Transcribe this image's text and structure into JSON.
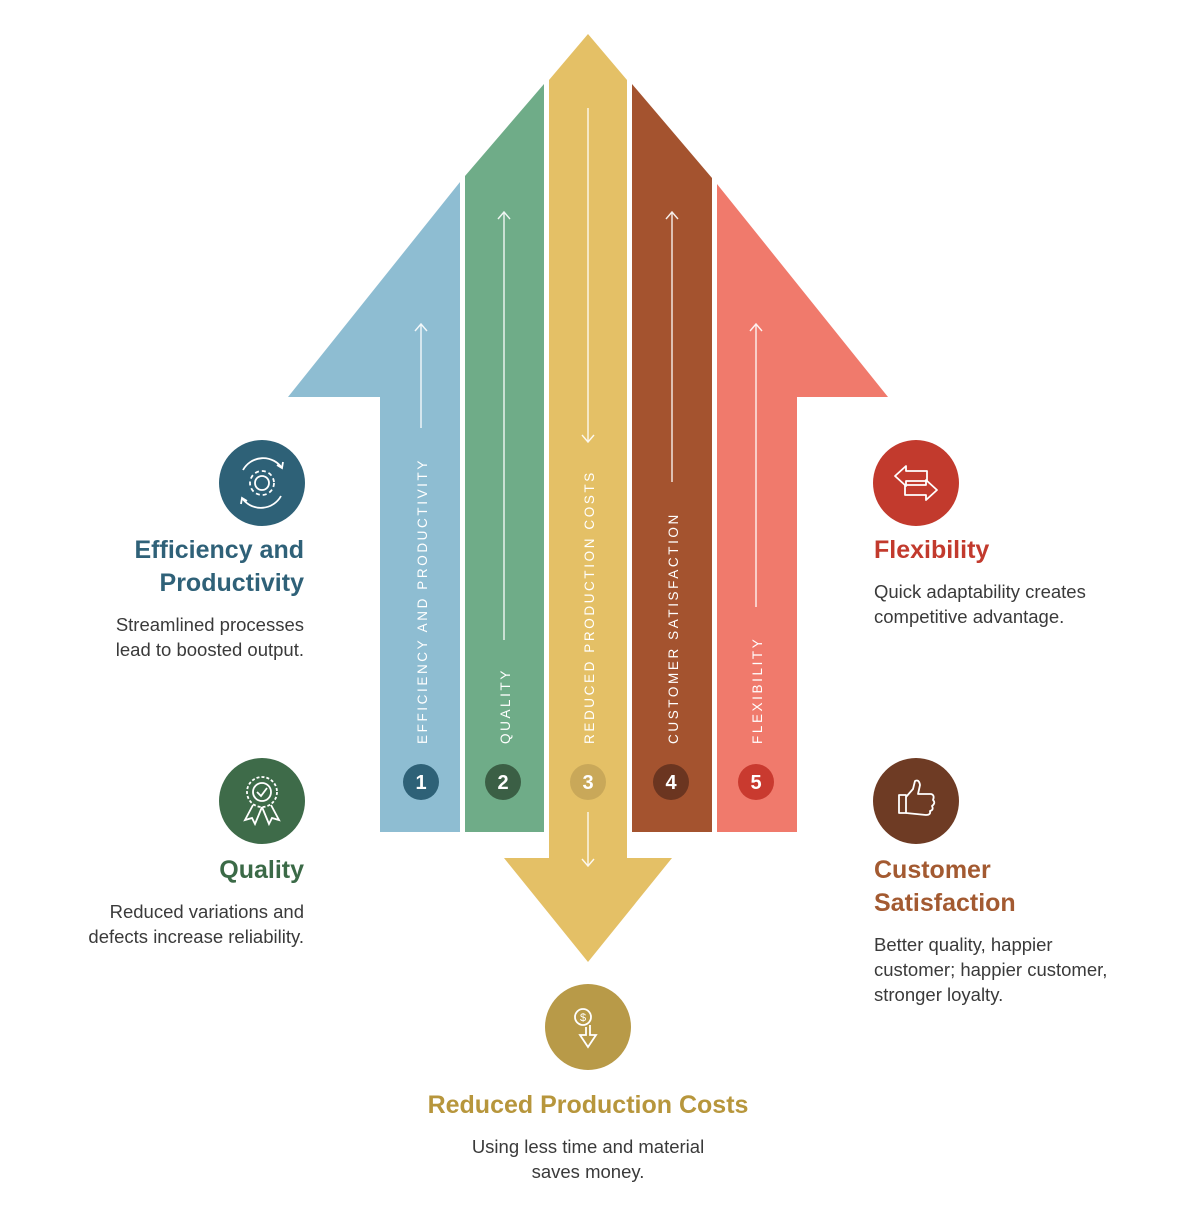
{
  "colors": {
    "efficiency": "#8ebdd2",
    "quality": "#6fac88",
    "costs": "#e4c066",
    "satisfaction": "#a4532f",
    "flexibility": "#f07a6c",
    "efficiency_icon": "#2e6177",
    "quality_icon": "#3e6b49",
    "costs_icon": "#b89a48",
    "satisfaction_icon": "#6e3b24",
    "flexibility_icon": "#c23a2d"
  },
  "arrow": {
    "strips": [
      {
        "label": "EFFICIENCY AND PRODUCTIVITY",
        "number": "1"
      },
      {
        "label": "QUALITY",
        "number": "2"
      },
      {
        "label": "REDUCED PRODUCTION COSTS",
        "number": "3"
      },
      {
        "label": "CUSTOMER SATISFACTION",
        "number": "4"
      },
      {
        "label": "FLEXIBILITY",
        "number": "5"
      }
    ]
  },
  "sections": {
    "efficiency": {
      "icon": "gear-cycle-icon",
      "title_line1": "Efficiency and",
      "title_line2": "Productivity",
      "desc_line1": "Streamlined processes",
      "desc_line2": "lead to boosted output."
    },
    "quality": {
      "icon": "award-ribbon-icon",
      "title": "Quality",
      "desc_line1": "Reduced variations and",
      "desc_line2": "defects increase reliability."
    },
    "costs": {
      "icon": "dollar-down-icon",
      "title": "Reduced Production Costs",
      "desc_line1": "Using less time and material",
      "desc_line2": "saves money."
    },
    "flexibility": {
      "icon": "swap-arrows-icon",
      "title": "Flexibility",
      "desc_line1": "Quick adaptability creates",
      "desc_line2": "competitive advantage."
    },
    "satisfaction": {
      "icon": "thumbs-up-icon",
      "title_line1": "Customer",
      "title_line2": "Satisfaction",
      "desc_line1": "Better quality, happier",
      "desc_line2": "customer; happier customer,",
      "desc_line3": "stronger loyalty."
    }
  }
}
